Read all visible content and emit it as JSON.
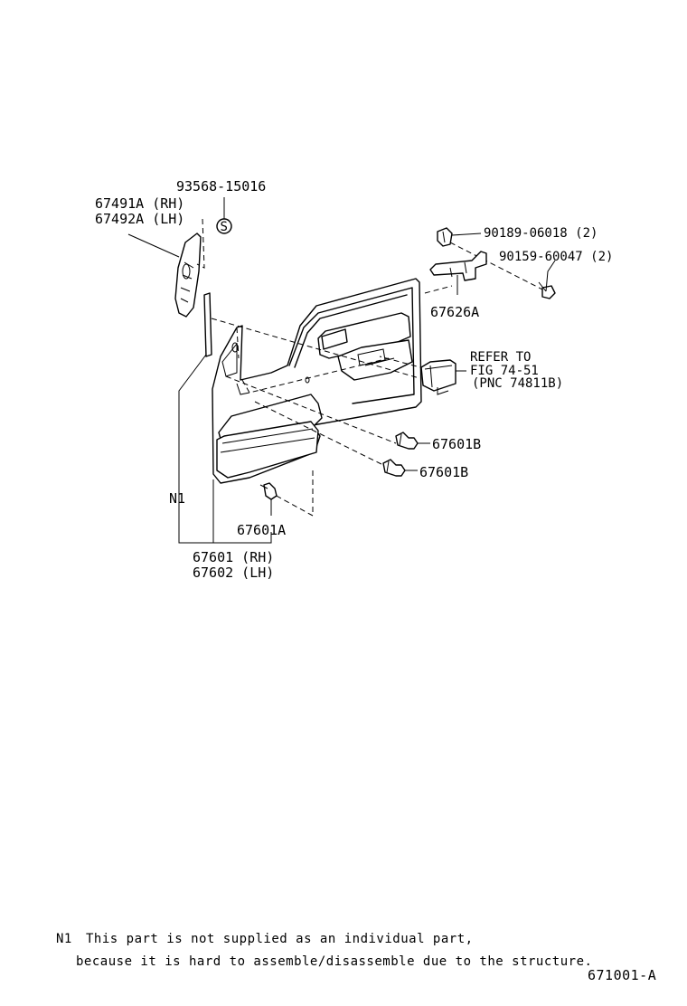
{
  "labels": {
    "p93568": "93568-15016",
    "p67491a": "67491A (RH)",
    "p67492a": "67492A (LH)",
    "p90189": "90189-06018 (2)",
    "p90159": "90159-60047 (2)",
    "p67626a": "67626A",
    "refer1": "REFER TO",
    "refer2": "FIG 74-51",
    "refer3": "(PNC 74811B)",
    "p67601b_1": "67601B",
    "p67601b_2": "67601B",
    "n1": "N1",
    "p67601a": "67601A",
    "p67601rh": "67601 (RH)",
    "p67602lh": "67602 (LH)",
    "s_symbol": "S"
  },
  "footnote": {
    "marker": "N1",
    "line1": "This part is not supplied as an individual part,",
    "line2": "because it is hard to assemble/disassemble due to the structure."
  },
  "figure_id": "671001-A"
}
